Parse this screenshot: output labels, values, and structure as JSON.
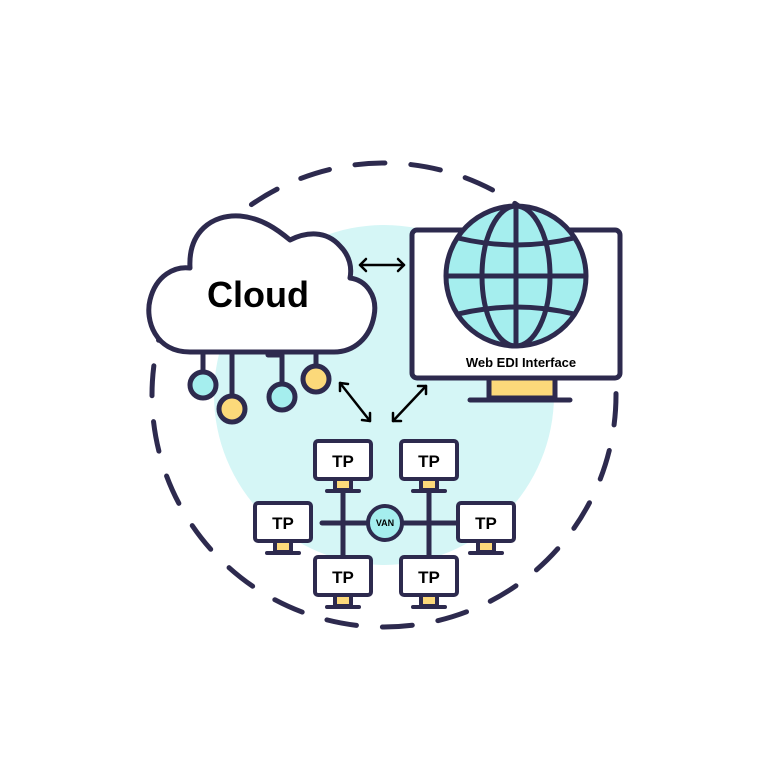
{
  "diagram": {
    "cloud_label": "Cloud",
    "monitor_label": "Web EDI Interface",
    "hub_label": "VAN",
    "tp_nodes": [
      {
        "label": "TP"
      },
      {
        "label": "TP"
      },
      {
        "label": "TP"
      },
      {
        "label": "TP"
      },
      {
        "label": "TP"
      },
      {
        "label": "TP"
      }
    ]
  },
  "colors": {
    "outline": "#2d2a4e",
    "light_cyan": "#a5eeee",
    "pale_cyan": "#d5f6f6",
    "yellow": "#fcd97a",
    "white": "#ffffff"
  }
}
